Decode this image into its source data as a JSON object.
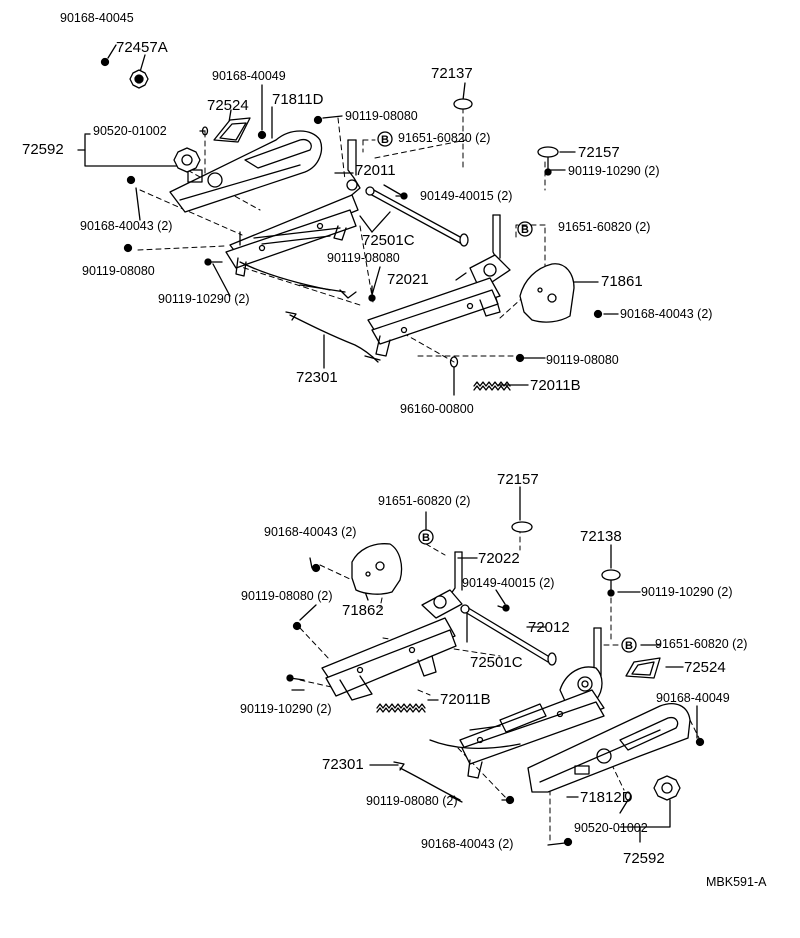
{
  "diagram_id": "MBK591-A",
  "circle_marker": "B",
  "top_assembly": {
    "labels": {
      "p90168_40045": "90168-40045",
      "p72457A": "72457A",
      "p90168_40049": "90168-40049",
      "p72524": "72524",
      "p71811D": "71811D",
      "p72137": "72137",
      "p90119_08080_a": "90119-08080",
      "p90520_01002": "90520-01002",
      "p72592": "72592",
      "p91651_60820_a": "91651-60820 (2)",
      "p72157": "72157",
      "p72011": "72011",
      "p90119_10290_a": "90119-10290 (2)",
      "p90149_40015": "90149-40015 (2)",
      "p90168_40043_a": "90168-40043 (2)",
      "p72501C": "72501C",
      "p91651_60820_b": "91651-60820 (2)",
      "p90119_08080_b": "90119-08080",
      "p90119_08080_c": "90119-08080",
      "p72021": "72021",
      "p71861": "71861",
      "p90119_10290_b": "90119-10290 (2)",
      "p90168_40043_b": "90168-40043 (2)",
      "p72301": "72301",
      "p90119_08080_d": "90119-08080",
      "p72011B": "72011B",
      "p96160_00800": "96160-00800"
    }
  },
  "bottom_assembly": {
    "labels": {
      "p72157": "72157",
      "p91651_60820_a": "91651-60820 (2)",
      "p90168_40043_a": "90168-40043 (2)",
      "p72022": "72022",
      "p72138": "72138",
      "p90149_40015": "90149-40015 (2)",
      "p90119_08080_a": "90119-08080 (2)",
      "p90119_10290_a": "90119-10290 (2)",
      "p71862": "71862",
      "p72012": "72012",
      "p91651_60820_b": "91651-60820 (2)",
      "p72501C": "72501C",
      "p72524": "72524",
      "p90119_10290_b": "90119-10290 (2)",
      "p72011B": "72011B",
      "p90168_40049": "90168-40049",
      "p72301": "72301",
      "p71812D": "71812D",
      "p90119_08080_b": "90119-08080 (2)",
      "p90520_01002": "90520-01002",
      "p90168_40043_b": "90168-40043 (2)",
      "p72592": "72592"
    }
  }
}
